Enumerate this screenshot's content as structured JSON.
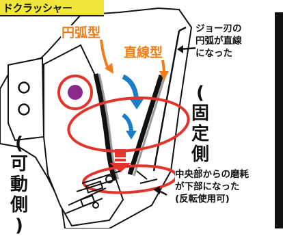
{
  "title": "ドクラッシャー",
  "labels": {
    "arc_type": "円弧型",
    "straight_type": "直線型"
  },
  "side_labels": {
    "fixed": [
      "(",
      "固",
      "定",
      "側",
      ")"
    ],
    "movable": [
      "(",
      "可",
      "動",
      "側",
      ")"
    ]
  },
  "notes": {
    "jaw_blade": [
      "ジョー刃の",
      "円弧が直線",
      "になった"
    ],
    "wear": [
      "中央部からの磨耗",
      "が下部になった",
      "(反転使用可)"
    ]
  },
  "colors": {
    "title_bg": "#f3e63a",
    "orange": "#ef7d1a",
    "red": "#e2342a",
    "blue": "#1a7fc4",
    "purple": "#8b2a8c"
  }
}
